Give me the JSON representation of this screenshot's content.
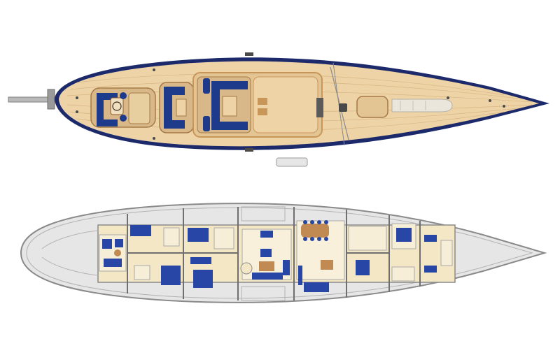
{
  "drawing": {
    "views": [
      {
        "id": "deck-plan",
        "kind": "top deck plan"
      },
      {
        "id": "interior-plan",
        "kind": "below-deck accommodation plan"
      }
    ],
    "labels": []
  },
  "colors": {
    "background": "#ffffff",
    "teak_deck": "#edd3a6",
    "teak_plank_line": "#d9b684",
    "hull_outline": "#1c2a6b",
    "cockpit_cushion": "#1e3a8a",
    "cushion_highlight": "#3b5bbf",
    "deckhouse_trim": "#c9965a",
    "interior_floor": "#f3e7c6",
    "interior_wall": "#a9a9a9",
    "hull_grey": "#e6e6e6",
    "furniture_wood": "#c08a52",
    "upholstery_blue": "#2846a6",
    "mast_grey": "#8a8a8a"
  },
  "icons": [
    "mast-icon",
    "steering-wheel-icon",
    "tender-icon",
    "bowsprit-icon",
    "dining-table-icon",
    "bed-icon"
  ]
}
